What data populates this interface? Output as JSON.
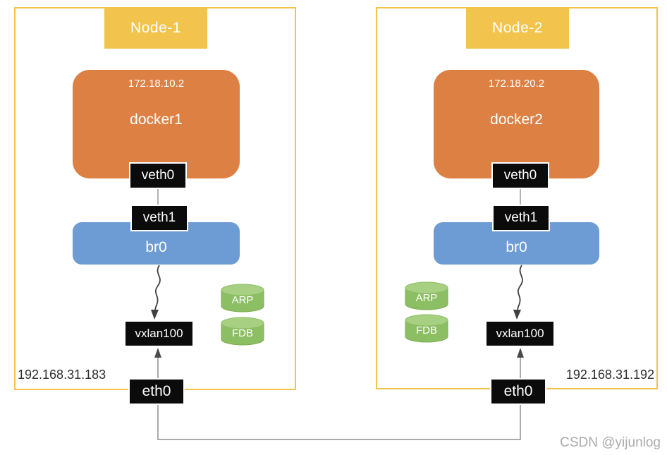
{
  "colors": {
    "yellow": "#F2C44E",
    "orange": "#DD8044",
    "blue": "#6D9BD3",
    "green": "#8CBE63",
    "green-top": "#A7D083",
    "black": "#0B0B0B",
    "wire": "#8F8F8F"
  },
  "nodes": [
    {
      "title": "Node-1",
      "container_ip": "172.18.10.2",
      "container_name": "docker1",
      "container_veth": "veth0",
      "host_veth": "veth1",
      "bridge": "br0",
      "vxlan_device": "vxlan100",
      "tables": [
        "ARP",
        "FDB"
      ],
      "physical_nic": "eth0",
      "host_ip": "192.168.31.183"
    },
    {
      "title": "Node-2",
      "container_ip": "172.18.20.2",
      "container_name": "docker2",
      "container_veth": "veth0",
      "host_veth": "veth1",
      "bridge": "br0",
      "vxlan_device": "vxlan100",
      "tables": [
        "ARP",
        "FDB"
      ],
      "physical_nic": "eth0",
      "host_ip": "192.168.31.192"
    }
  ],
  "watermark": "CSDN @yijunlog"
}
